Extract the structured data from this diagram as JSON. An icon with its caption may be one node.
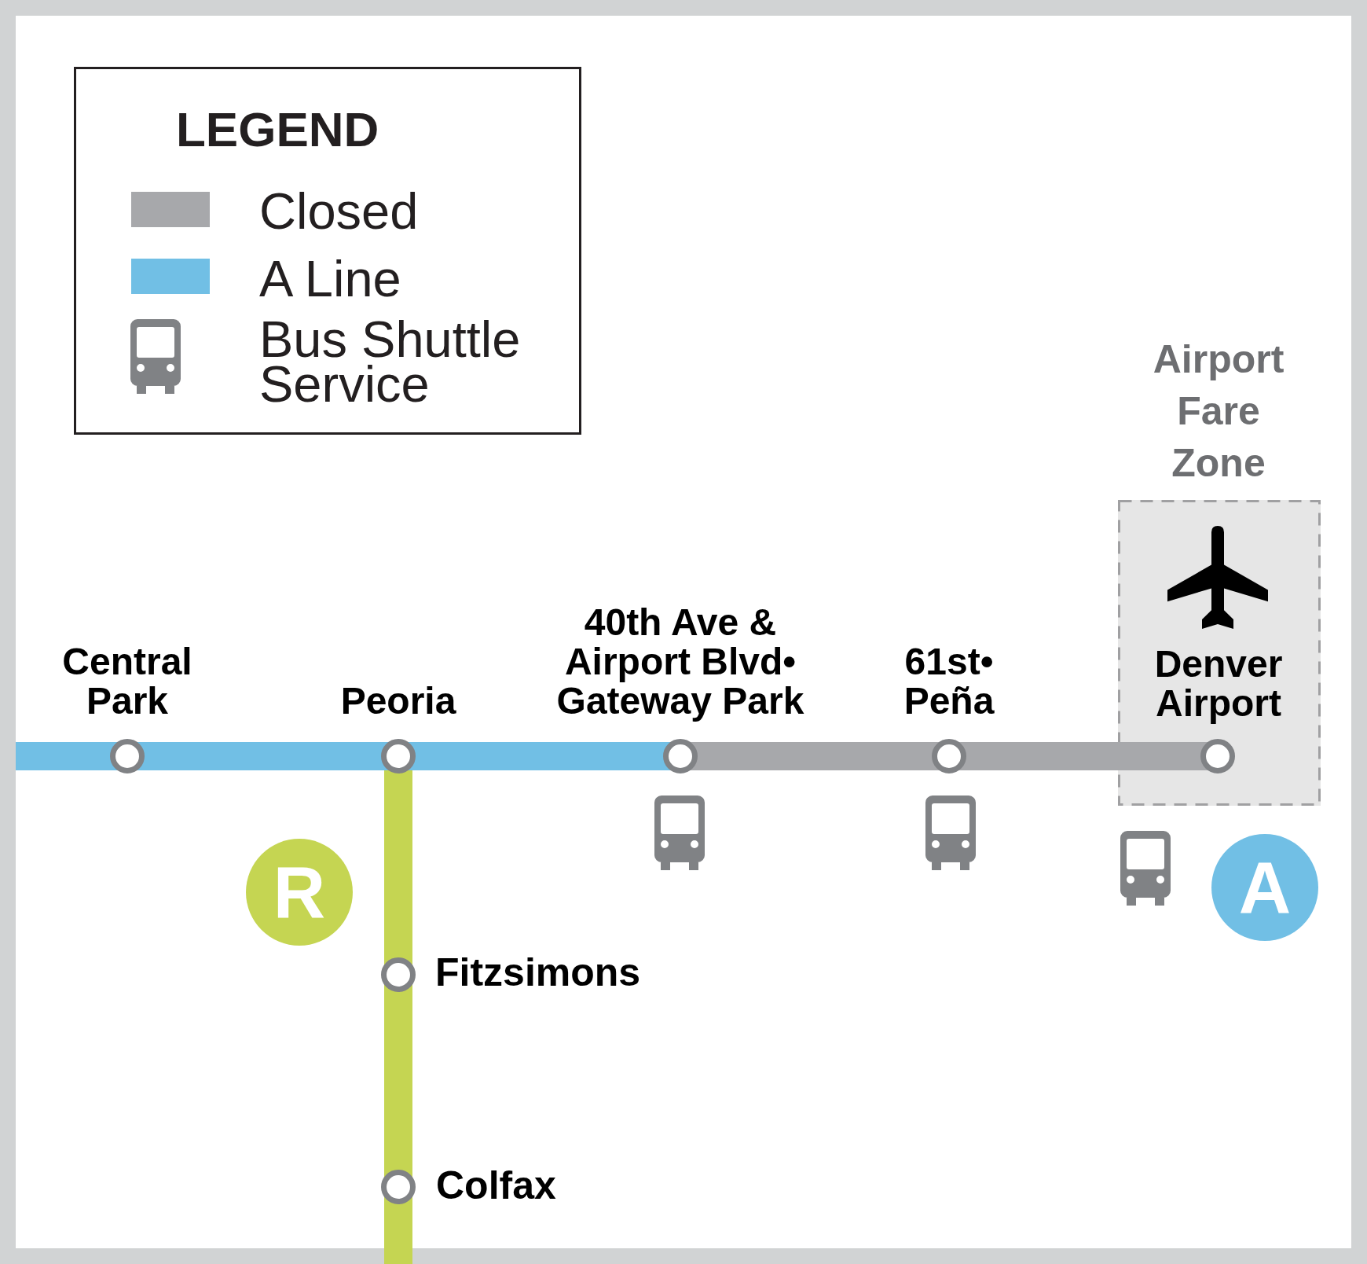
{
  "diagram": {
    "nodes": [
      {
        "text": [
          "Airport Fare Zone"
        ]
      },
      {
        "text": [],
        "shape": "circle",
        "beside": [
          "Central Park"
        ]
      },
      {
        "text": [],
        "shape": "circle",
        "beside": [
          "Peoria"
        ]
      },
      {
        "text": [],
        "shape": "circle",
        "beside": [
          "40th Ave & Airport Blvd• Gateway Park"
        ]
      },
      {
        "text": [],
        "shape": "circle",
        "beside": [
          "61st• Peña"
        ]
      },
      {
        "text": [],
        "shape": "circle",
        "beside": [
          "Denver Airport"
        ],
        "in": 0
      },
      {
        "text": [
          "R"
        ]
      },
      {
        "text": [
          "A"
        ]
      },
      {
        "text": [],
        "shape": "circle",
        "beside": [
          "Fitzsimons"
        ]
      },
      {
        "text": [],
        "shape": "circle",
        "beside": [
          "Colfax"
        ]
      }
    ],
    "edges": [
      {
        "from": null,
        "to": 1,
        "arrow": "none",
        "color": "#71bfe5"
      },
      {
        "from": 1,
        "to": 2,
        "arrow": "none",
        "color": "#71bfe5"
      },
      {
        "from": 2,
        "to": 3,
        "arrow": "none",
        "color": "#71bfe5"
      },
      {
        "from": 3,
        "to": 4,
        "arrow": "none",
        "color": "#a7a8ab"
      },
      {
        "from": 4,
        "to": 5,
        "arrow": "none",
        "color": "#a7a8ab"
      },
      {
        "from": 2,
        "to": 8,
        "arrow": "none",
        "color": "#c5d552"
      },
      {
        "from": 8,
        "to": 9,
        "arrow": "none",
        "color": "#c5d552"
      },
      {
        "from": 9,
        "to": null,
        "arrow": "none",
        "color": "#c5d552"
      }
    ],
    "labels": [
      "LEGEND"
    ],
    "legend": [
      {
        "text": "Closed",
        "color": "#a7a8ab"
      },
      {
        "text": "A Line",
        "color": "#71bfe5"
      },
      {
        "text": "Bus Shuttle Service"
      }
    ]
  }
}
